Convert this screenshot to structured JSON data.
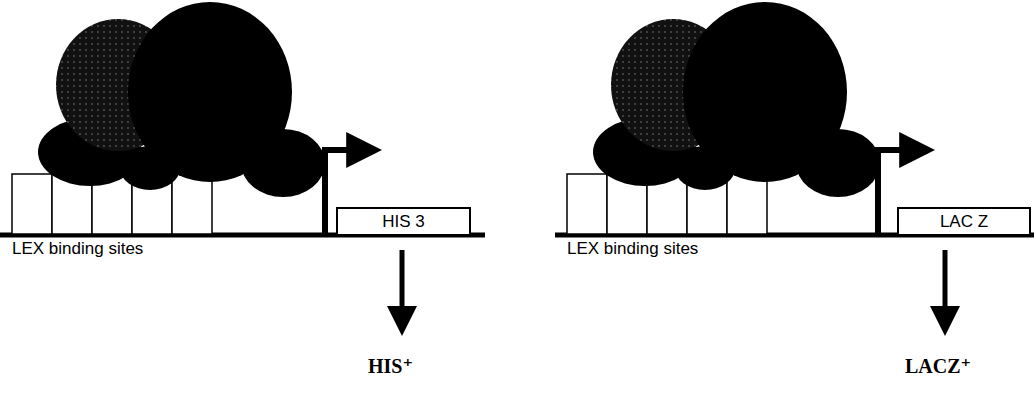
{
  "diagram": {
    "nodes": [
      {
        "text": [
          "HIS 3"
        ]
      },
      {
        "text": [
          "LAC Z"
        ]
      }
    ],
    "labels": [
      "LEX binding sites",
      "HIS⁺",
      "LEX binding sites",
      "LACZ⁺"
    ]
  }
}
